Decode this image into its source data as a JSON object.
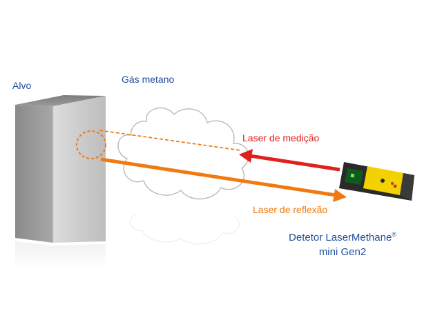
{
  "labels": {
    "target": "Alvo",
    "gas": "Gás metano",
    "measurement_laser": "Laser de medição",
    "reflection_laser": "Laser de reflexão",
    "detector_line1": "Detetor LaserMethane",
    "detector_registered": "®",
    "detector_line2": "mini Gen2"
  },
  "colors": {
    "label_blue": "#1f4e9c",
    "measurement_laser": "#e0201c",
    "reflection_laser": "#f07a10",
    "detector_body": "#f2d200",
    "target_block": "#9a9a9a"
  },
  "icons": {
    "target": "grey-block",
    "gas": "cloud",
    "detector": "handheld-detector"
  }
}
